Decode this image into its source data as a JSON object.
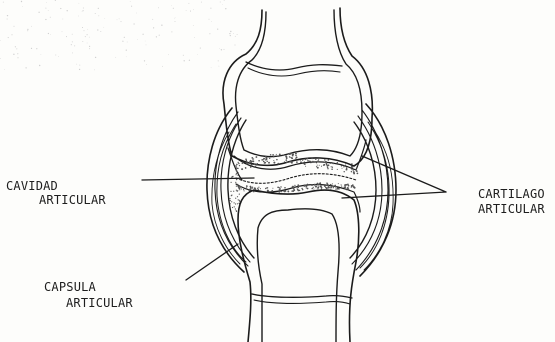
{
  "diagram": {
    "labels": {
      "cavidad": {
        "line1": "CAVIDAD",
        "line2": "ARTICULAR"
      },
      "cartilago": {
        "line1": "CARTILAGO",
        "line2": "ARTICULAR"
      },
      "capsula": {
        "line1": "CAPSULA",
        "line2": "ARTICULAR"
      }
    },
    "colors": {
      "ink": "#1b1b1b",
      "paper": "#fdfdfb",
      "stipple": "#555555"
    }
  }
}
